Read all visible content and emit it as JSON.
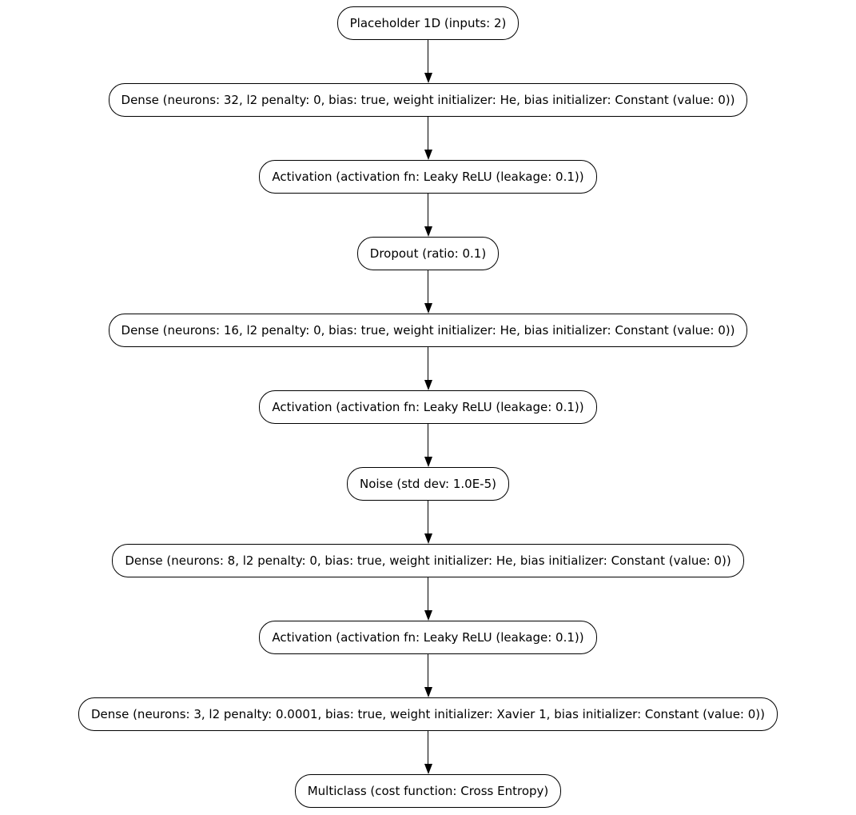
{
  "diagram": {
    "type": "flowchart",
    "direction": "top-down",
    "node_fill": "#ffffff",
    "node_border_color": "#000000",
    "text_color": "#000000",
    "edge_color": "#000000",
    "nodes": [
      {
        "id": "placeholder-1d",
        "label": "Placeholder 1D (inputs: 2)"
      },
      {
        "id": "dense-32",
        "label": "Dense (neurons: 32, l2 penalty: 0, bias: true, weight initializer: He, bias initializer: Constant (value: 0))"
      },
      {
        "id": "activation-1",
        "label": "Activation (activation fn: Leaky ReLU (leakage: 0.1))"
      },
      {
        "id": "dropout",
        "label": "Dropout (ratio: 0.1)"
      },
      {
        "id": "dense-16",
        "label": "Dense (neurons: 16, l2 penalty: 0, bias: true, weight initializer: He, bias initializer: Constant (value: 0))"
      },
      {
        "id": "activation-2",
        "label": "Activation (activation fn: Leaky ReLU (leakage: 0.1))"
      },
      {
        "id": "noise",
        "label": "Noise (std dev: 1.0E-5)"
      },
      {
        "id": "dense-8",
        "label": "Dense (neurons: 8, l2 penalty: 0, bias: true, weight initializer: He, bias initializer: Constant (value: 0))"
      },
      {
        "id": "activation-3",
        "label": "Activation (activation fn: Leaky ReLU (leakage: 0.1))"
      },
      {
        "id": "dense-3",
        "label": "Dense (neurons: 3, l2 penalty: 0.0001, bias: true, weight initializer: Xavier 1, bias initializer: Constant (value: 0))"
      },
      {
        "id": "multiclass",
        "label": "Multiclass (cost function: Cross Entropy)"
      }
    ],
    "edges": [
      {
        "from": "placeholder-1d",
        "to": "dense-32"
      },
      {
        "from": "dense-32",
        "to": "activation-1"
      },
      {
        "from": "activation-1",
        "to": "dropout"
      },
      {
        "from": "dropout",
        "to": "dense-16"
      },
      {
        "from": "dense-16",
        "to": "activation-2"
      },
      {
        "from": "activation-2",
        "to": "noise"
      },
      {
        "from": "noise",
        "to": "dense-8"
      },
      {
        "from": "dense-8",
        "to": "activation-3"
      },
      {
        "from": "activation-3",
        "to": "dense-3"
      },
      {
        "from": "dense-3",
        "to": "multiclass"
      }
    ]
  }
}
